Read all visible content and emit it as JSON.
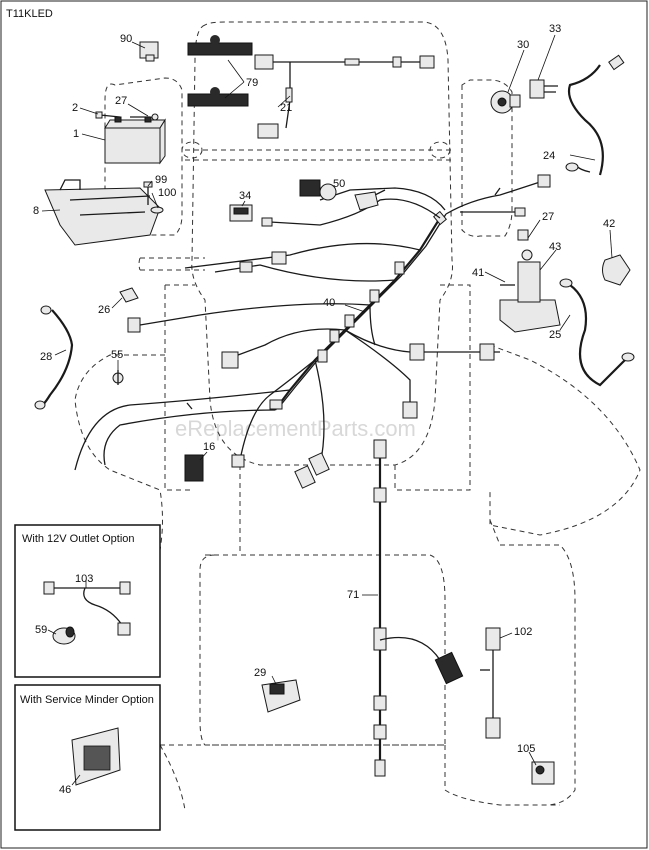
{
  "diagram": {
    "model_code": "T11KLED",
    "watermark": "eReplacementParts.com",
    "callouts": {
      "c1": "1",
      "c2": "2",
      "c8": "8",
      "c16": "16",
      "c21": "21",
      "c24": "24",
      "c25": "25",
      "c26": "26",
      "c27a": "27",
      "c27b": "27",
      "c28": "28",
      "c29": "29",
      "c30": "30",
      "c33": "33",
      "c34": "34",
      "c40": "40",
      "c41": "41",
      "c42": "42",
      "c43": "43",
      "c46": "46",
      "c50": "50",
      "c55": "55",
      "c59": "59",
      "c71": "71",
      "c79": "79",
      "c90": "90",
      "c99": "99",
      "c100": "100",
      "c102": "102",
      "c103": "103",
      "c105": "105"
    },
    "insets": {
      "outlet_title": "With 12V Outlet Option",
      "minder_title": "With Service Minder Option"
    }
  }
}
